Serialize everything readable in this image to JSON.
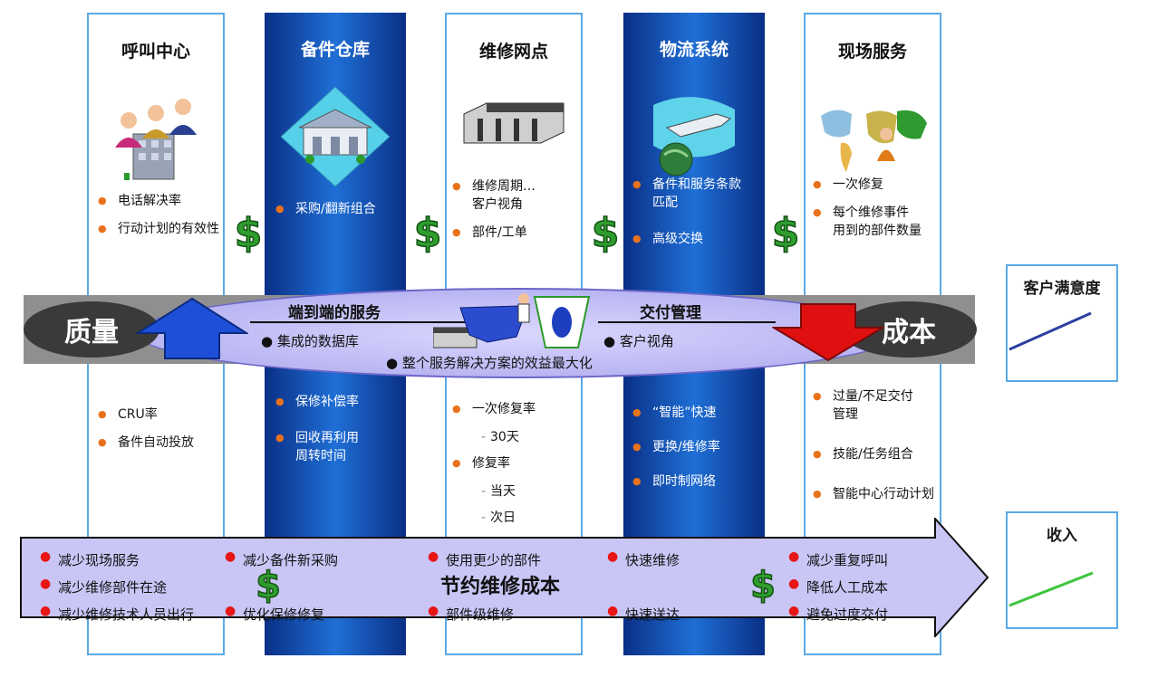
{
  "columns": [
    {
      "title": "呼叫中心",
      "top_bullets": [
        "电话解决率",
        "行动计划的有效性"
      ],
      "bottom_bullets": [
        "CRU率",
        "备件自动投放"
      ]
    },
    {
      "title": "备件仓库",
      "top_bullets": [
        "采购/翻新组合"
      ],
      "bottom_bullets": [
        "保修补偿率",
        "回收再利用\n周转时间"
      ]
    },
    {
      "title": "维修网点",
      "top_bullets": [
        "维修周期…\n客户视角",
        "部件/工单"
      ],
      "bottom_bullets": [
        "一次修复率",
        "修复率"
      ],
      "bottom_subs": [
        "30天",
        "当天",
        "次日"
      ]
    },
    {
      "title": "物流系统",
      "top_bullets": [
        "备件和服务条款\n匹配",
        "高级交换"
      ],
      "bottom_bullets": [
        "“智能”快速",
        "更换/维修率",
        "即时制网络"
      ]
    },
    {
      "title": "现场服务",
      "top_bullets": [
        "一次修复",
        "每个维修事件\n用到的部件数量"
      ],
      "bottom_bullets": [
        "过量/不足交付\n管理",
        "技能/任务组合",
        "智能中心行动计划"
      ]
    }
  ],
  "center": {
    "quality": "质量",
    "cost": "成本",
    "left_title": "端到端的服务",
    "left_bullet": "集成的数据库",
    "right_title": "交付管理",
    "right_bullet": "客户视角",
    "bottom_bullet": "整个服务解决方案的效益最大化"
  },
  "bottom": {
    "title": "节约维修成本",
    "col1": [
      "减少现场服务",
      "减少维修部件在途",
      "减少维修技术人员出行"
    ],
    "col2": [
      "减少备件新采购",
      "优化保修修复"
    ],
    "col3": [
      "使用更少的部件",
      "部件级维修"
    ],
    "col4": [
      "快速维修",
      "快速送达"
    ],
    "col5": [
      "减少重复呼叫",
      "降低人工成本",
      "避免过度交付"
    ]
  },
  "side": {
    "satisfaction": "客户满意度",
    "revenue": "收入"
  },
  "colors": {
    "accent_orange": "#e8721c",
    "dark_blue": "#0a2f86",
    "up_arrow": "#1d4fd8",
    "down_arrow": "#e01010",
    "dollar": "#2e9d2e"
  }
}
